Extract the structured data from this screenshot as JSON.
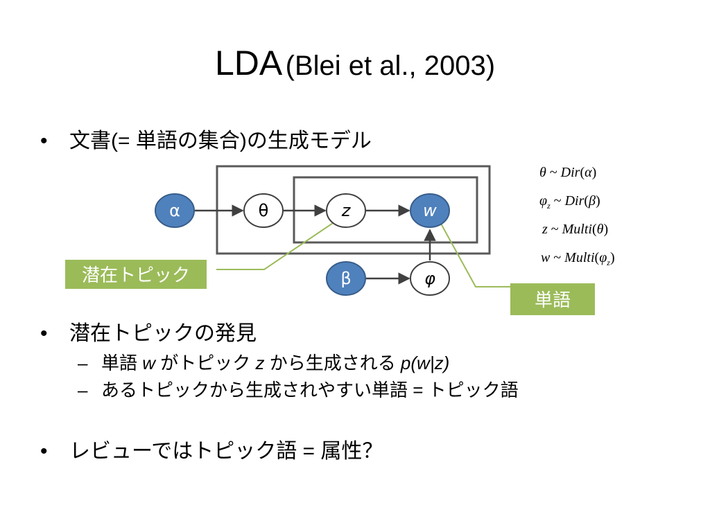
{
  "title": {
    "main": "LDA",
    "sub": "(Blei et al., 2003)"
  },
  "bullets": [
    {
      "marker": "•",
      "text": "文書(= 単語の集合)の生成モデル"
    },
    {
      "marker": "•",
      "text": "潜在トピックの発見"
    },
    {
      "marker": "•",
      "text": "レビューではトピック語 = 属性？"
    }
  ],
  "subbullets": [
    {
      "marker": "–",
      "p1": "単語 ",
      "v1": "w",
      "p2": " がトピック ",
      "v2": "z",
      "p3": " から生成される ",
      "v3": "p(w|z)"
    },
    {
      "marker": "–",
      "text": "あるトピックから生成されやすい単語 = トピック語"
    }
  ],
  "diagram": {
    "nodes": {
      "alpha": "α",
      "theta": "θ",
      "z": "z",
      "w": "w",
      "beta": "β",
      "phi": "φ"
    },
    "labels": {
      "latent_topic": "潜在トピック",
      "word": "単語"
    },
    "equations": [
      {
        "lhs": "θ",
        "sub": "",
        "rhs_fn": "Dir",
        "rhs_arg": "α",
        "rhs_sub": ""
      },
      {
        "lhs": "φ",
        "sub": "z",
        "rhs_fn": "Dir",
        "rhs_arg": "β",
        "rhs_sub": ""
      },
      {
        "lhs": "z",
        "sub": "",
        "rhs_fn": "Multi",
        "rhs_arg": "θ",
        "rhs_sub": ""
      },
      {
        "lhs": "w",
        "sub": "",
        "rhs_fn": "Multi",
        "rhs_arg": "φ",
        "rhs_sub": "z"
      }
    ],
    "colors": {
      "observed_fill": "#4f81bd",
      "node_stroke": "#385d8a",
      "label_bg": "#9bbb59",
      "callout_line": "#9bbb59",
      "plate": "#595959",
      "arrow": "#404040"
    }
  }
}
